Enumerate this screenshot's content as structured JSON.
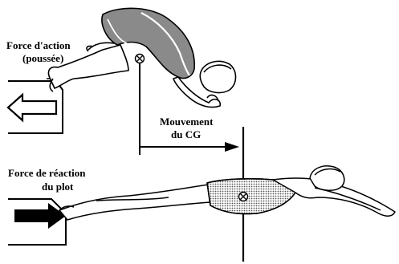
{
  "labels": {
    "force_action_line1": "Force d'action",
    "force_action_line2": "(poussée)",
    "mouvement_line1": "Mouvement",
    "mouvement_line2": "du CG",
    "force_reaction_line1": "Force de réaction",
    "force_reaction_line2": "du plot"
  },
  "icons": {
    "center_of_gravity": "circled-x-icon",
    "action_arrow": "hollow-left-arrow-icon",
    "reaction_arrow": "solid-right-arrow-icon",
    "movement_arrow": "right-arrow-icon"
  },
  "colors": {
    "ink": "#000000",
    "swimsuit": "#8a8a8a",
    "background": "#ffffff"
  }
}
